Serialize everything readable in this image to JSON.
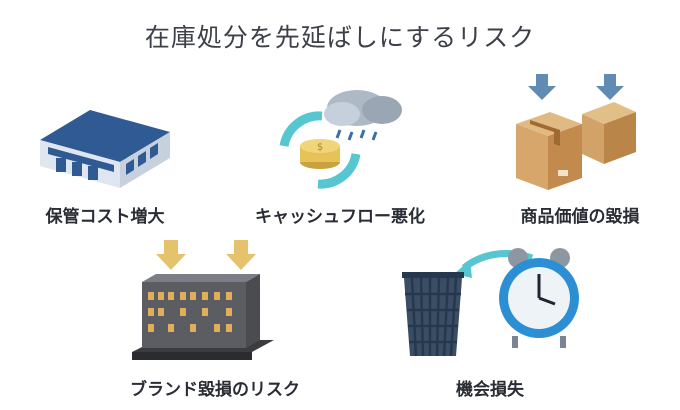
{
  "title": "在庫処分を先延ばしにするリスク",
  "risks": [
    {
      "label": "保管コスト増大",
      "icon": "warehouse-icon"
    },
    {
      "label": "キャッシュフロー悪化",
      "icon": "coin-rain-cycle-icon"
    },
    {
      "label": "商品価値の毀損",
      "icon": "boxes-down-arrows-icon"
    },
    {
      "label": "ブランド毀損のリスク",
      "icon": "building-down-arrows-icon"
    },
    {
      "label": "機会損失",
      "icon": "clock-to-trash-icon"
    }
  ],
  "colors": {
    "warehouse_blue": "#2f5a94",
    "arrow_teal": "#56c6d0",
    "coin_gold": "#e7c257",
    "box_brown": "#c99559",
    "down_arrow_blue": "#5f8bb4",
    "down_arrow_gold": "#e5c36c",
    "clock_blue": "#2c8fd3"
  }
}
